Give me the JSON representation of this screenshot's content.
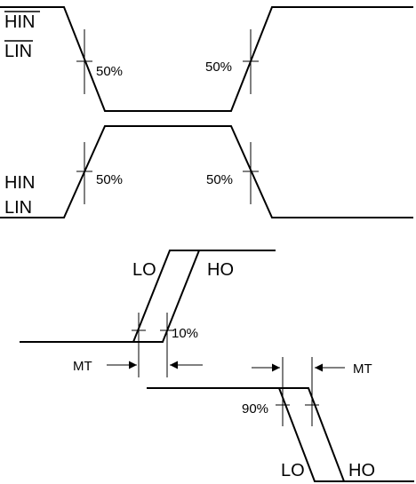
{
  "input_labels": {
    "hin_bar": "HIN",
    "lin_bar": "LIN",
    "hin": "HIN",
    "lin": "LIN"
  },
  "percent_labels": {
    "top_left": "50%",
    "top_right": "50%",
    "mid_left": "50%",
    "mid_right": "50%",
    "rise_low": "10%",
    "fall_high": "90%"
  },
  "output_labels": {
    "rise_lo": "LO",
    "rise_ho": "HO",
    "fall_lo": "LO",
    "fall_ho": "HO"
  },
  "timing_labels": {
    "mt_left": "MT",
    "mt_right": "MT"
  }
}
